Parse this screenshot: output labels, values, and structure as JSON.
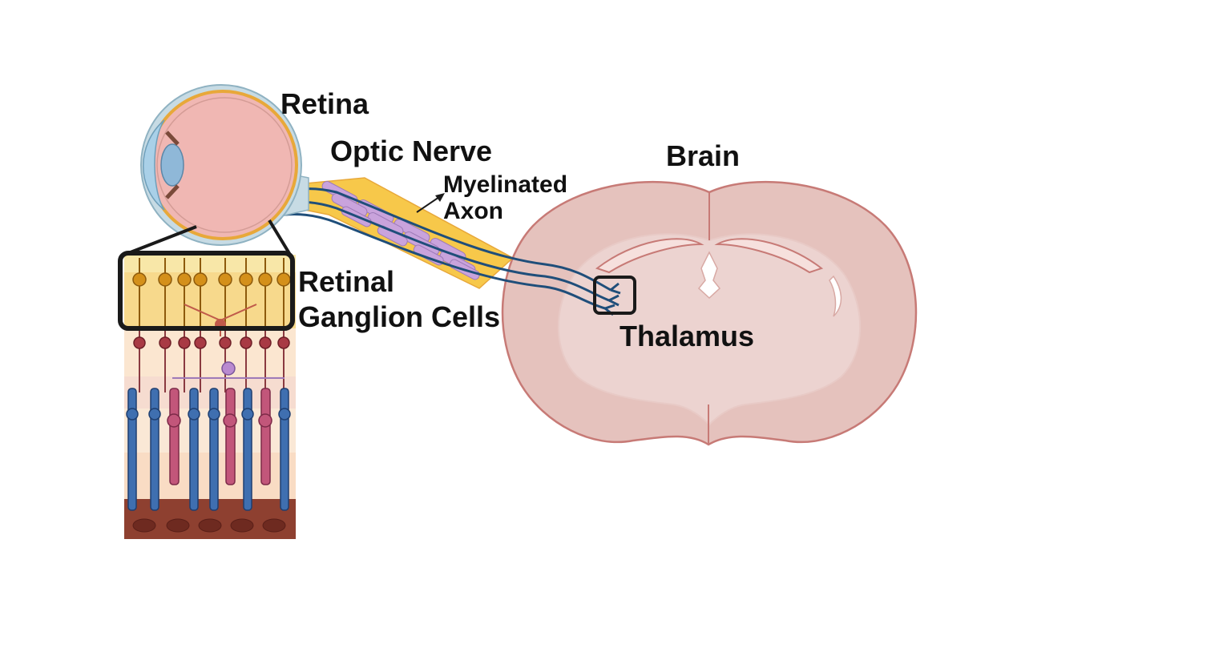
{
  "labels": {
    "retina": "Retina",
    "optic_nerve": "Optic Nerve",
    "myelinated_axon_line1": "Myelinated",
    "myelinated_axon_line2": "Axon",
    "brain": "Brain",
    "rgc_line1": "Retinal",
    "rgc_line2": "Ganglion Cells",
    "thalamus": "Thalamus"
  },
  "colors": {
    "background": "#ffffff",
    "eye_interior": "#f0b7b3",
    "sclera_rim": "#c7dbe4",
    "nerve_sheath": "#f7c84a",
    "myelin": "#c9a3dc",
    "axon": "#1f4e7a",
    "brain_outer": "#e5c2bd",
    "brain_inner": "#ecd3d0",
    "brain_outline": "#c77a76",
    "ganglion_cell": "#d4901a",
    "bipolar_cell": "#a83a44",
    "rod": "#3f6fb0",
    "cone": "#c2567a",
    "rpe": "#8e4030",
    "box_outline": "#1a1a1a"
  }
}
